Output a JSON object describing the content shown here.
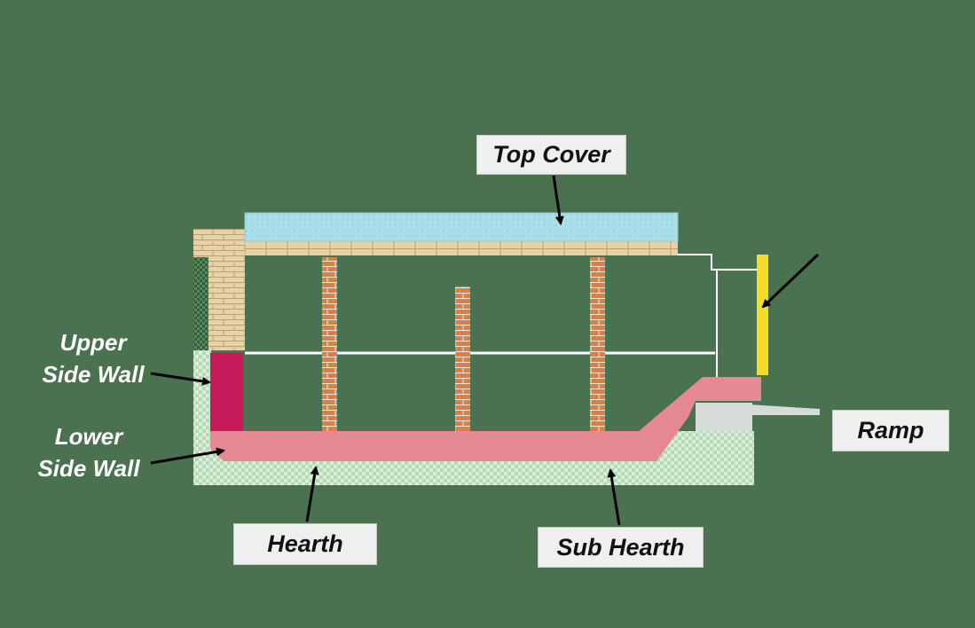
{
  "colors": {
    "background": "#4a7150",
    "top_cover": "#a9dfe9",
    "brick": "#e6d2a6",
    "pillar": "#d9804a",
    "upper_side_wall": "#c41c5a",
    "hearth": "#e58a93",
    "sub_hearth": "#c6e6c6",
    "door": "#f4dc2a",
    "ramp": "#d5dcd8",
    "label_box": "#efefef",
    "arrow": "#000000"
  },
  "labels": {
    "top_cover": "Top Cover",
    "upper_side_wall": [
      "Upper",
      "Side Wall"
    ],
    "lower_side_wall": [
      "Lower",
      "Side Wall"
    ],
    "ramp": "Ramp",
    "hearth": "Hearth",
    "sub_hearth": "Sub Hearth"
  }
}
